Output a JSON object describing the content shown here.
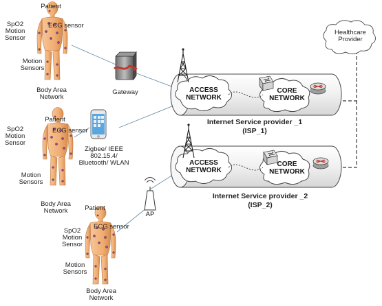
{
  "patients": [
    {
      "patient_label": "Patient",
      "spo2_label": "SpO2 Motion Sensor",
      "ecg_label": "ECG sensor",
      "motion_label": "Motion Sensors",
      "ban_label": "Body Area Network"
    },
    {
      "patient_label": "Patient",
      "spo2_label": "SpO2 Motion Sensor",
      "ecg_label": "ECG sensor",
      "motion_label": "Motion Sensors",
      "ban_label": "Body Area Network"
    },
    {
      "patient_label": "Patient",
      "spo2_label": "SpO2 Motion Sensor",
      "ecg_label": "ECG sensor",
      "motion_label": "Motion Sensors",
      "ban_label": "Body Area Network"
    }
  ],
  "gateway_label": "Gateway",
  "wireless_label": "Zigbee/ IEEE 802.15.4/ Bluetooth/ WLAN",
  "ap_label": "AP",
  "healthcare_label": "Healthcare Provider",
  "isps": [
    {
      "access_label": "ACCESS NETWORK",
      "core_label": "CORE NETWORK",
      "provider_label": "Internet Service provider _1",
      "provider_id": "(ISP_1)"
    },
    {
      "access_label": "ACCESS NETWORK",
      "core_label": "CORE NETWORK",
      "provider_label": "Internet Service provider _2",
      "provider_id": "(ISP_2)"
    }
  ],
  "colors": {
    "skin": "#f4b27a",
    "skin_shade": "#d98d52",
    "pipe": "#f2f2f2",
    "cloud": "#ffffff",
    "gateway_red": "#c0392b",
    "phone_screen": "#5aa7e0"
  }
}
